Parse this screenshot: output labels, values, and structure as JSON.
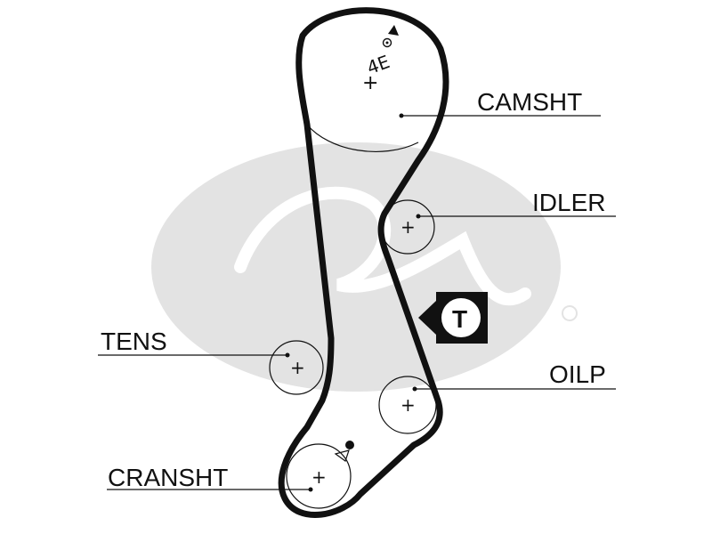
{
  "colors": {
    "background": "#ffffff",
    "watermark": "#e3e3e3",
    "line": "#111111",
    "badge": "#111111",
    "badge_text": "#111111"
  },
  "watermark": {
    "icon": "gates-logo-watermark"
  },
  "components": {
    "camshaft": {
      "label": "CAMSHT",
      "marking": "4E",
      "icon": "camshaft-pulley"
    },
    "idler": {
      "label": "IDLER",
      "icon": "idler-pulley"
    },
    "tensioner": {
      "label": "TENS",
      "icon": "tensioner-pulley"
    },
    "oil_pump": {
      "label": "OILP",
      "icon": "oil-pump-pulley"
    },
    "crankshaft": {
      "label": "CRANSHT",
      "icon": "crankshaft-pulley"
    }
  },
  "tension_badge": {
    "letter": "T",
    "icon": "tension-side-badge"
  }
}
